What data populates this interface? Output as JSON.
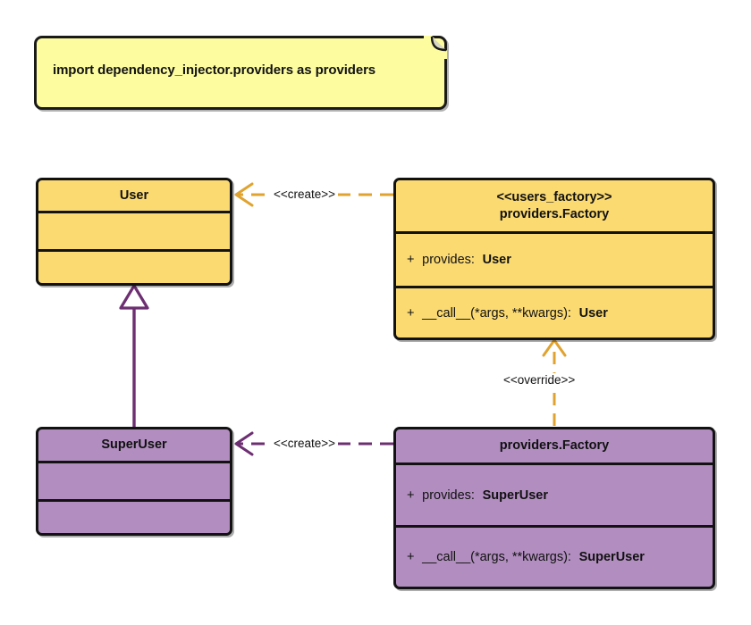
{
  "diagram": {
    "title": "Factory provider override UML class diagram",
    "colors": {
      "note_fill": "#fdfda0",
      "class_fill_base": "#fbda72",
      "class_fill_override": "#b28ec0",
      "stroke": "#121212",
      "edge_orange": "#e0a32f",
      "edge_purple": "#6d2f72"
    }
  },
  "note": {
    "text": "import dependency_injector.providers as providers"
  },
  "classes": {
    "user": {
      "name": "User",
      "stereotype": "",
      "attributes": [],
      "methods": []
    },
    "users_factory": {
      "stereotype": "<<users_factory>>",
      "name": "providers.Factory",
      "attributes": [
        {
          "visibility": "+",
          "label": "provides:",
          "type": "User"
        }
      ],
      "methods": [
        {
          "visibility": "+",
          "label": "__call__(*args, **kwargs):",
          "type": "User"
        }
      ]
    },
    "super_user": {
      "name": "SuperUser",
      "stereotype": "",
      "attributes": [],
      "methods": []
    },
    "override_factory": {
      "stereotype": "",
      "name": "providers.Factory",
      "attributes": [
        {
          "visibility": "+",
          "label": "provides:",
          "type": "SuperUser"
        }
      ],
      "methods": [
        {
          "visibility": "+",
          "label": "__call__(*args, **kwargs):",
          "type": "SuperUser"
        }
      ]
    }
  },
  "edges": {
    "create_user": {
      "label": "<<create>>",
      "style": "dashed",
      "arrow": "open"
    },
    "create_super_user": {
      "label": "<<create>>",
      "style": "dashed",
      "arrow": "open"
    },
    "override": {
      "label": "<<override>>",
      "style": "dashed",
      "arrow": "open"
    },
    "inheritance": {
      "label": "",
      "style": "solid",
      "arrow": "hollow-triangle"
    }
  }
}
